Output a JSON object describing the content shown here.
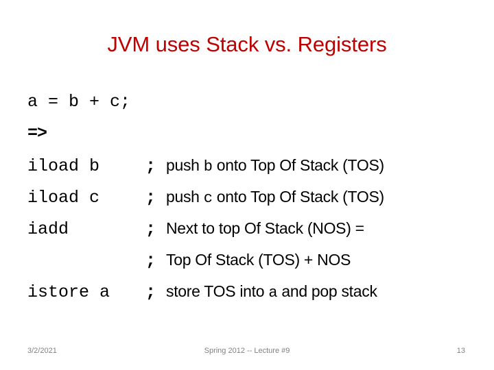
{
  "slide": {
    "title": "JVM uses Stack vs. Registers",
    "title_color": "#C00000",
    "background_color": "#FFFFFF"
  },
  "source_line": "a = b + c;",
  "arrow": "=>",
  "listing": [
    {
      "instruction": "iload b",
      "separator": ";",
      "comment_pre": "push ",
      "comment_var": "b",
      "comment_post": " onto Top Of Stack (TOS)"
    },
    {
      "instruction": "iload c",
      "separator": ";",
      "comment_pre": "push ",
      "comment_var": "c",
      "comment_post": " onto Top Of Stack (TOS)"
    },
    {
      "instruction": "iadd",
      "separator": ";",
      "comment_pre": "Next to top Of Stack (NOS) =",
      "comment_var": "",
      "comment_post": ""
    },
    {
      "instruction": "",
      "separator": ";",
      "comment_pre": "Top Of Stack (TOS) + NOS",
      "comment_var": "",
      "comment_post": ""
    },
    {
      "instruction": "istore a",
      "separator": ";",
      "comment_pre": "store TOS into ",
      "comment_var": "a",
      "comment_post": " and pop stack"
    }
  ],
  "footer": {
    "date": "3/2/2021",
    "center": "Spring 2012 -- Lecture #9",
    "page": "13"
  }
}
